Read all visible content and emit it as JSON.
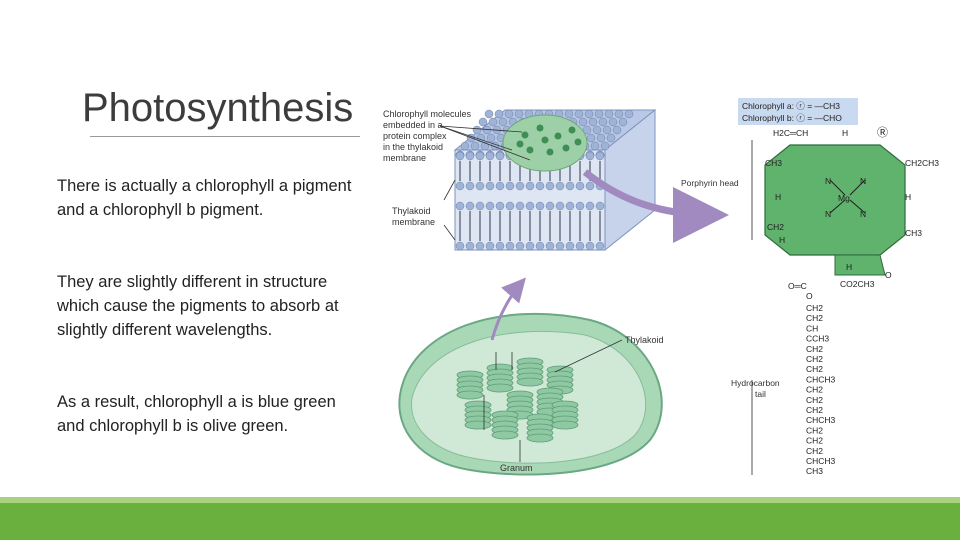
{
  "slide": {
    "title": "Photosynthesis",
    "paragraphs": [
      "There is actually a chlorophyll a pigment and a chlorophyll b pigment.",
      "They are slightly different in structure  which cause the pigments to absorb at slightly different wavelengths.",
      "As a result, chlorophyll a is blue green and chlorophyll b is olive green."
    ]
  },
  "figure": {
    "labels": {
      "chlorophyll_molecules": [
        "Chlorophyll molecules",
        "embedded in a",
        "protein complex",
        "in the thylakoid",
        "membrane"
      ],
      "thylakoid_membrane": [
        "Thylakoid",
        "membrane"
      ],
      "thylakoid": "Thylakoid",
      "granum": "Granum",
      "porphyrin_head": "Porphyrin head",
      "hydrocarbon_tail": [
        "Hydrocarbon",
        "tail"
      ]
    },
    "structure": {
      "legend_a": "Chlorophyll a: ⓡ = —CH3",
      "legend_b": "Chlorophyll b: ⓡ = —CHO",
      "r_circle": "Ⓡ",
      "h2c_ch": "H2C═CH",
      "h_top": "H",
      "ch3_left": "CH3",
      "ch2ch3": "CH2CH3",
      "h_left": "H",
      "h_right": "H",
      "mg": "Mg",
      "n1": "N",
      "n2": "N",
      "n3": "N",
      "n4": "N",
      "ch2_left": "CH2",
      "h_left2": "H",
      "ch3_right": "CH3",
      "h_ring": "H",
      "o_right": "O",
      "co2ch3": "CO2CH3",
      "ester_o": "O═C",
      "o_chain": "O",
      "chain": [
        "CH2",
        "CH2",
        "CH",
        "CCH3",
        "CH2",
        "CH2",
        "CH2",
        "CHCH3",
        "CH2",
        "CH2",
        "CH2",
        "CHCH3",
        "CH2",
        "CH2",
        "CH2",
        "CHCH3",
        "CH3"
      ]
    }
  },
  "colors": {
    "title": "#3c3c3c",
    "bar_light": "#a7d27e",
    "bar_dark": "#6ab03e",
    "membrane_head": "#9fb3d6",
    "membrane_tail": "#4a5468",
    "chloroplast": "#8fc9a4",
    "porphyrin_fill": "#5fb36d",
    "arrow": "#a08ac0"
  }
}
